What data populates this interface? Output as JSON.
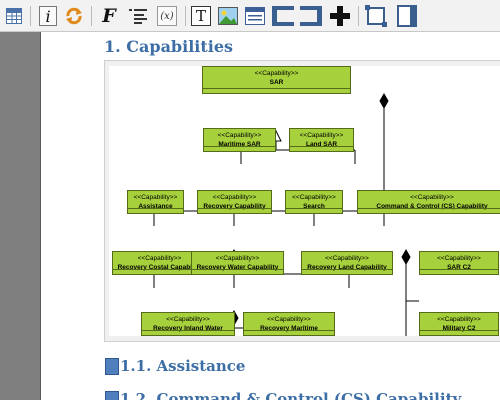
{
  "toolbar": {
    "icons": [
      "table-grid-icon",
      "italic-info-icon",
      "refresh-icon",
      "formula-f-icon",
      "list-format-icon",
      "variable-x-icon",
      "text-frame-icon",
      "image-icon",
      "form-icon",
      "column-left-icon",
      "column-right-icon",
      "add-icon",
      "select-frame-icon",
      "page-icon"
    ],
    "labels": {
      "italic": "i",
      "formula": "F",
      "variable": "(x)",
      "text_frame": "T"
    }
  },
  "document": {
    "heading": "1. Capabilities",
    "subheadings": [
      "1.1. Assistance",
      "1.2. Command & Control (CS) Capability"
    ]
  },
  "diagram": {
    "stereotype": "<<Capability>>",
    "nodes": [
      {
        "name": "SAR"
      },
      {
        "name": "Maritime SAR"
      },
      {
        "name": "Land SAR"
      },
      {
        "name": "Assistance"
      },
      {
        "name": "Recovery Capability"
      },
      {
        "name": "Search"
      },
      {
        "name": "Command & Control (CS) Capability"
      },
      {
        "name": "Recovery Costal Capability"
      },
      {
        "name": "Recovery Water Capability"
      },
      {
        "name": "Recovery Land Capability"
      },
      {
        "name": "SAR C2"
      },
      {
        "name": "Recovery Inland Water"
      },
      {
        "name": "Recovery Maritime"
      },
      {
        "name": "Military C2"
      }
    ]
  },
  "colors": {
    "accent": "#3d6ea6",
    "node_fill": "#a6d13c",
    "node_border": "#556b1a",
    "gutter": "#7f7f7f"
  }
}
